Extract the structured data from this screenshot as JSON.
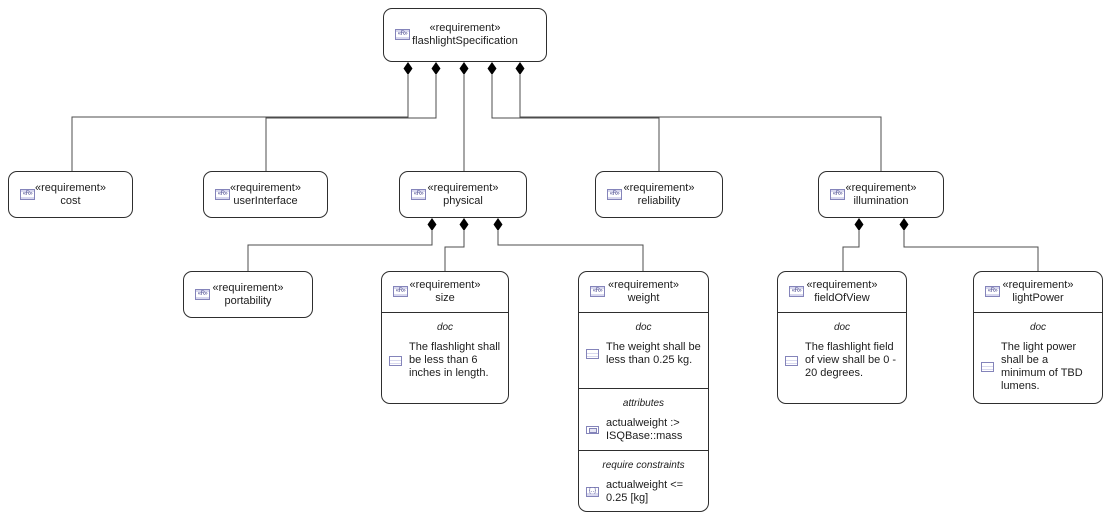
{
  "stereotype_label": "«requirement»",
  "labels": {
    "doc": "doc",
    "attributes": "attributes",
    "require_constraints": "require constraints"
  },
  "icons": {
    "requirement_badge": "«R»",
    "constraint_glyph": "{..}",
    "doc_icon": "document-lines",
    "attribute_icon": "slot-rectangle",
    "constraint_icon": "curly-braces-box"
  },
  "colors": {
    "node_border": "#2e2e2e",
    "edge": "#4c4c4c",
    "diamond": "#000000",
    "icon_border": "#8484ba",
    "icon_fill": "#d8d8ee",
    "background": "#ffffff"
  },
  "nodes": {
    "flashlightSpecification": {
      "name": "flashlightSpecification"
    },
    "cost": {
      "name": "cost"
    },
    "userInterface": {
      "name": "userInterface"
    },
    "physical": {
      "name": "physical"
    },
    "reliability": {
      "name": "reliability"
    },
    "illumination": {
      "name": "illumination"
    },
    "portability": {
      "name": "portability"
    },
    "size": {
      "name": "size",
      "doc": "The flashlight shall be less than 6 inches in length."
    },
    "weight": {
      "name": "weight",
      "doc": "The weight shall be less than 0.25 kg.",
      "attributes": "actualweight :> ISQBase::mass",
      "require_constraints": "actualweight <= 0.25 [kg]"
    },
    "fieldOfView": {
      "name": "fieldOfView",
      "doc": "The flashlight field of view shall be 0 - 20 degrees."
    },
    "lightPower": {
      "name": "lightPower",
      "doc": "The light power shall be a minimum of TBD lumens."
    }
  },
  "relationships": [
    {
      "from": "flashlightSpecification",
      "to": "cost",
      "type": "composition"
    },
    {
      "from": "flashlightSpecification",
      "to": "userInterface",
      "type": "composition"
    },
    {
      "from": "flashlightSpecification",
      "to": "physical",
      "type": "composition"
    },
    {
      "from": "flashlightSpecification",
      "to": "reliability",
      "type": "composition"
    },
    {
      "from": "flashlightSpecification",
      "to": "illumination",
      "type": "composition"
    },
    {
      "from": "physical",
      "to": "portability",
      "type": "composition"
    },
    {
      "from": "physical",
      "to": "size",
      "type": "composition"
    },
    {
      "from": "physical",
      "to": "weight",
      "type": "composition"
    },
    {
      "from": "illumination",
      "to": "fieldOfView",
      "type": "composition"
    },
    {
      "from": "illumination",
      "to": "lightPower",
      "type": "composition"
    }
  ]
}
